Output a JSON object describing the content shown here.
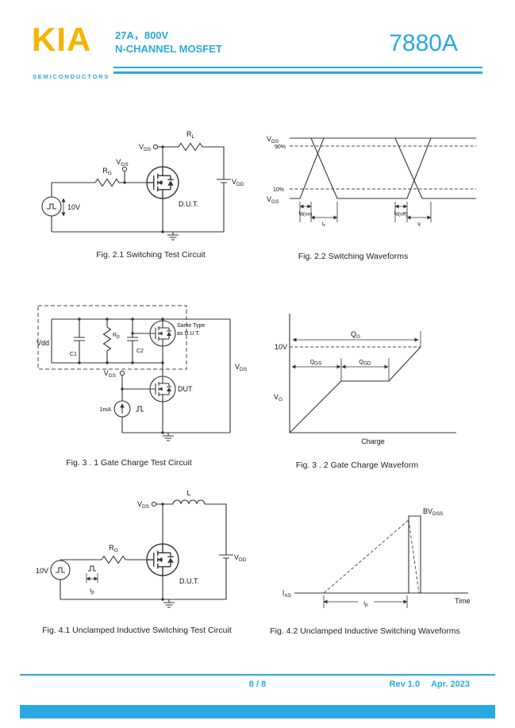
{
  "colors": {
    "accent": "#29A9E0",
    "logo": "#F6B400"
  },
  "header": {
    "logo": "KIA",
    "logo_sub": "SEMICONDUCTORS",
    "line1": "27A，800V",
    "line2": "N-CHANNEL MOSFET",
    "part": "7880A"
  },
  "fig21": {
    "caption": "Fig. 2.1 Switching Test Circuit",
    "vds": {
      "b": "V",
      "s": "DS"
    },
    "rl": {
      "b": "R",
      "s": "L"
    },
    "vdd": {
      "b": "V",
      "s": "DD"
    },
    "rg": {
      "b": "R",
      "s": "G"
    },
    "vgs": {
      "b": "V",
      "s": "GS"
    },
    "amp": "10V",
    "dut": "D.U.T."
  },
  "fig22": {
    "caption": "Fig. 2.2 Switching Waveforms",
    "vds": {
      "b": "V",
      "s": "DS"
    },
    "vgs": {
      "b": "V",
      "s": "GS"
    },
    "p90": "90%",
    "p10": "10%",
    "tdon": {
      "b": "t",
      "s": "d(on)"
    },
    "tr": {
      "b": "t",
      "s": "r"
    },
    "tdoff": {
      "b": "t",
      "s": "d(off)"
    },
    "tf": {
      "b": "t",
      "s": "f"
    }
  },
  "fig31": {
    "caption": "Fig. 3 . 1 Gate Charge Test Circuit",
    "vdd": "Vdd",
    "c1": "C1",
    "rp": {
      "b": "R",
      "s": "p"
    },
    "c2": "C2",
    "same1": "Same Type",
    "same2": "as D.U.T.",
    "vds": {
      "b": "V",
      "s": "DS"
    },
    "vgs": {
      "b": "V",
      "s": "GS"
    },
    "dut": "DUT",
    "isrc": "1mA"
  },
  "fig32": {
    "caption": "Fig. 3 . 2 Gate Charge Waveform",
    "qg": {
      "b": "Q",
      "s": "G"
    },
    "v10": "10V",
    "qgs": {
      "b": "Q",
      "s": "GS"
    },
    "qgd": {
      "b": "Q",
      "s": "GD"
    },
    "vg": {
      "b": "V",
      "s": "G"
    },
    "xlabel": "Charge"
  },
  "fig41": {
    "caption": "Fig. 4.1 Unclamped Inductive Switching Test Circuit",
    "vds": {
      "b": "V",
      "s": "DS"
    },
    "l": "L",
    "vdd": {
      "b": "V",
      "s": "DD"
    },
    "rg": {
      "b": "R",
      "s": "G"
    },
    "amp": "10V",
    "tp": {
      "b": "t",
      "s": "p"
    },
    "dut": "D.U.T."
  },
  "fig42": {
    "caption": "Fig. 4.2 Unclamped Inductive Switching Waveforms",
    "bvdss": {
      "b": "BV",
      "s": "DSS"
    },
    "ias": {
      "b": "I",
      "s": "AS"
    },
    "tp": {
      "b": "t",
      "s": "p"
    },
    "time": "Time"
  },
  "footer": {
    "page": "8 / 8",
    "rev": "Rev 1.0",
    "date": "Apr. 2023"
  }
}
